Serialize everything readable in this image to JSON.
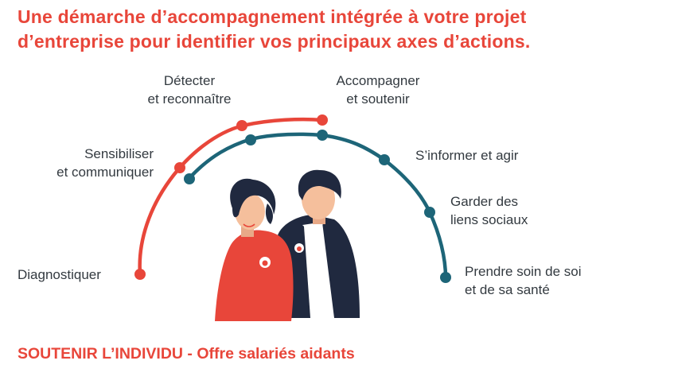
{
  "headline": {
    "line1": "Une démarche d’accompagnement intégrée à votre projet",
    "line2": "d’entreprise pour identifier vos principaux axes d’actions."
  },
  "steps_red": [
    {
      "id": "diagnostiquer",
      "lines": [
        "Diagnostiquer"
      ]
    },
    {
      "id": "sensibiliser",
      "lines": [
        "Sensibiliser",
        "et communiquer"
      ]
    },
    {
      "id": "detecter",
      "lines": [
        "Détecter",
        "et reconnaître"
      ]
    },
    {
      "id": "accompagner",
      "lines": [
        "Accompagner",
        "et soutenir"
      ]
    }
  ],
  "steps_teal": [
    {
      "id": "informer",
      "lines": [
        "S’informer et agir"
      ]
    },
    {
      "id": "liens",
      "lines": [
        "Garder des",
        "liens sociaux"
      ]
    },
    {
      "id": "sante",
      "lines": [
        "Prendre soin de soi",
        "et de sa santé"
      ]
    }
  ],
  "footer": {
    "title": "SOUTENIR L’INDIVIDU - Offre salariés aidants"
  },
  "colors": {
    "red": "#e8463a",
    "teal": "#1d6578",
    "navy": "#20293f",
    "skin": "#f5bf9c",
    "text": "#333a40"
  },
  "icons": [
    "woman-illustration",
    "man-illustration",
    "red-arc",
    "teal-arc"
  ]
}
